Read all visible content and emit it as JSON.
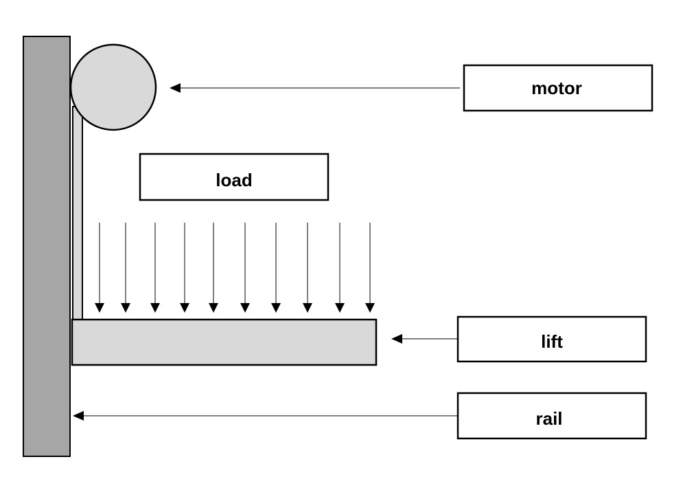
{
  "labels": {
    "motor": "motor",
    "load": "load",
    "lift": "lift",
    "rail": "rail"
  },
  "load_arrow_count": 10,
  "colors": {
    "rail": "#a6a6a6",
    "motor": "#d9d9d9",
    "lift": "#d9d9d9",
    "cable": "#d9d9d9",
    "stroke": "#000000",
    "label_fill": "#ffffff"
  }
}
